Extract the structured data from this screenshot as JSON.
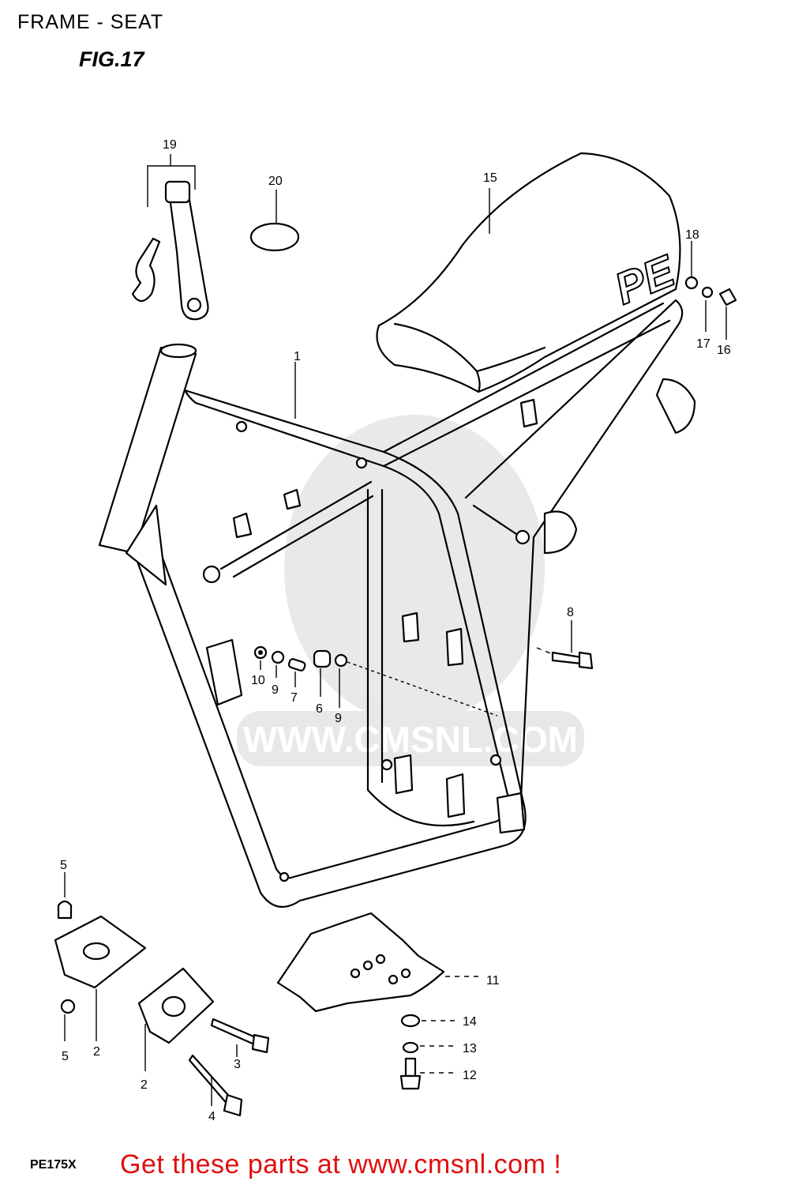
{
  "header": {
    "title": "FRAME - SEAT",
    "figure": "FIG.17"
  },
  "seat_logo": "PE",
  "watermark": "WWW.CMSNL.COM",
  "callouts": [
    "1",
    "2",
    "2",
    "3",
    "4",
    "5",
    "5",
    "6",
    "7",
    "8",
    "9",
    "9",
    "10",
    "11",
    "12",
    "13",
    "14",
    "15",
    "16",
    "17",
    "18",
    "19",
    "20"
  ],
  "footer": {
    "model": "PE175X",
    "cta": "Get these parts at www.cmsnl.com !",
    "cta_color": "#e01010"
  }
}
